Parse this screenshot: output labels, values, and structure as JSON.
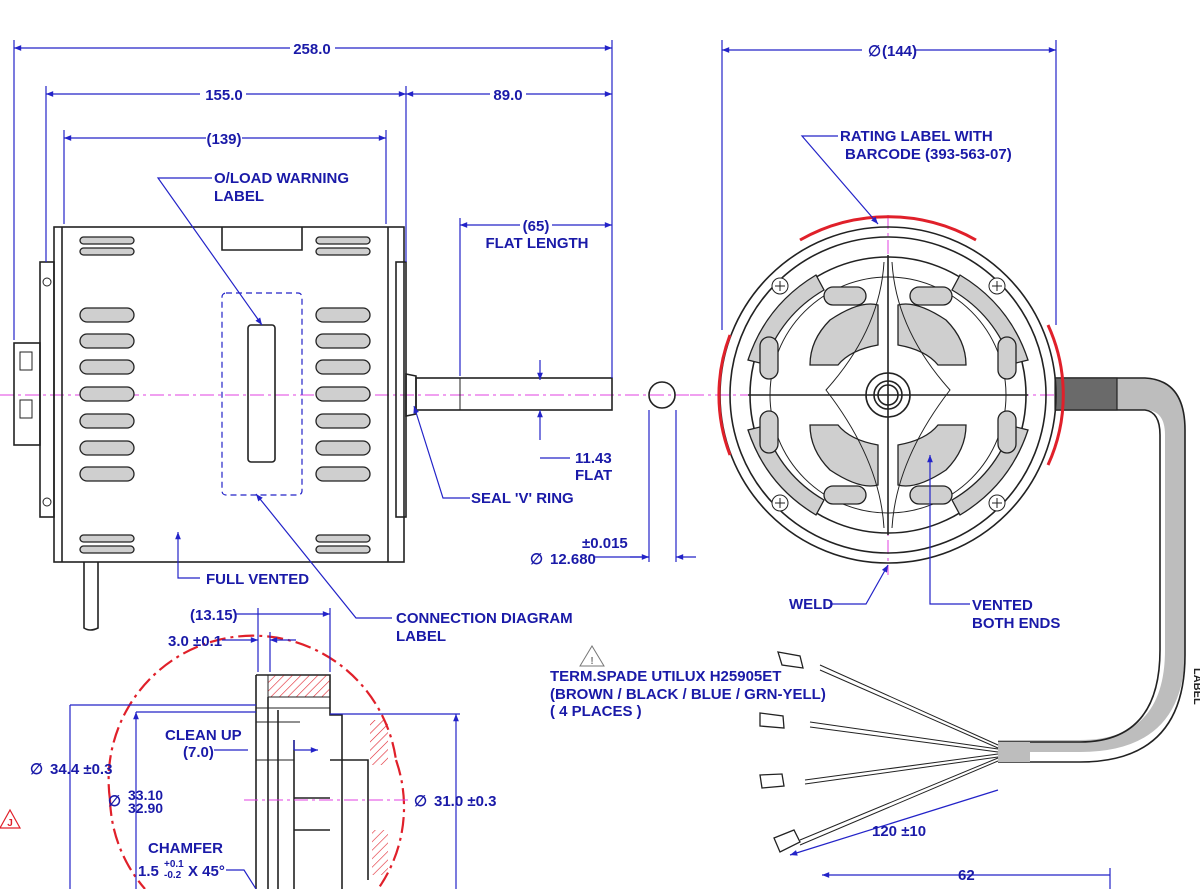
{
  "dimensions": {
    "overall_length": "258.0",
    "body_length": "155.0",
    "shaft_length": "89.0",
    "housing_length": "(139)",
    "flat_length_value": "(65)",
    "flat_length_label": "FLAT LENGTH",
    "diameter_symbol": "∅",
    "end_diameter": "(144)",
    "flat_value": "11.43",
    "flat_label": "FLAT",
    "shaft_tol": "±0.015",
    "shaft_dia": "12.680",
    "detail_13": "(13.15)",
    "detail_3": "3.0 ±0.1",
    "dia_34": "34.4 ±0.3",
    "dia_33_upper": "33.10",
    "dia_33_lower": "32.90",
    "dia_31": "31.0 ±0.3",
    "clean_up_label": "CLEAN UP",
    "clean_up_value": "(7.0)",
    "chamfer_label": "CHAMFER",
    "chamfer_base": "1.5",
    "chamfer_plus": "+0.1",
    "chamfer_minus": "-0.2",
    "chamfer_angle": "X 45°",
    "lead_120": "120 ±10",
    "lead_62": "62"
  },
  "callouts": {
    "oload_line1": "O/LOAD WARNING",
    "oload_line2": "LABEL",
    "seal": "SEAL 'V' RING",
    "full_vented": "FULL VENTED",
    "connection_line1": "CONNECTION DIAGRAM",
    "connection_line2": "LABEL",
    "rating_line1": "RATING LABEL WITH",
    "rating_line2": "BARCODE (393-563-07)",
    "weld": "WELD",
    "vented_line1": "VENTED",
    "vented_line2": "BOTH ENDS",
    "term_line1": "TERM.SPADE UTILUX H25905ET",
    "term_line2": "(BROWN / BLACK / BLUE / GRN-YELL)",
    "term_line3": "( 4 PLACES )",
    "edge_label": "LABEL",
    "warning_mark": "J",
    "note_mark": "!"
  },
  "colors": {
    "dimension": "#1a1aa8",
    "outline": "#222222",
    "centerline": "#e040e0",
    "highlight": "#e0202a",
    "fill": "#cfcfcf"
  }
}
